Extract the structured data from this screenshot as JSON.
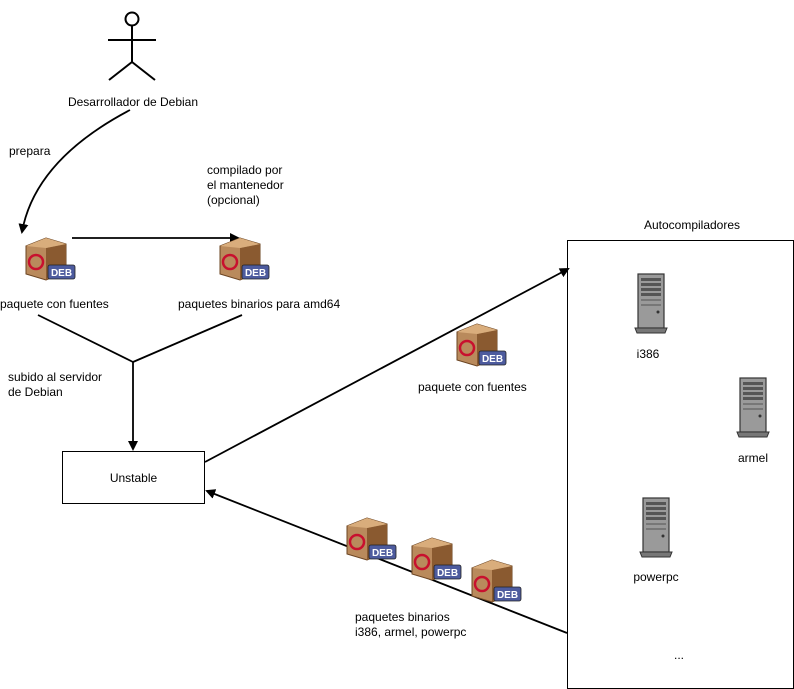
{
  "actor": {
    "label": "Desarrollador de Debian"
  },
  "edges": {
    "prepare": "prepara",
    "compiled_by_maintainer": "compilado por\nel mantenedor\n(opcional)",
    "uploaded": "subido al servidor\nde Debian"
  },
  "packages": {
    "source": {
      "label": "paquete con fuentes",
      "badge": "DEB"
    },
    "binary_amd64": {
      "label": "paquetes binarios para amd64",
      "badge": "DEB"
    },
    "source_to_autobuilders": {
      "label": "paquete con fuentes",
      "badge": "DEB"
    },
    "binaries_from_autobuilders": {
      "label": "paquetes binarios\ni386, armel, powerpc",
      "badge": "DEB"
    }
  },
  "archive": {
    "label": "Unstable"
  },
  "autobuilders": {
    "title": "Autocompiladores",
    "servers": [
      {
        "label": "i386"
      },
      {
        "label": "armel"
      },
      {
        "label": "powerpc"
      }
    ],
    "more": "..."
  },
  "colors": {
    "package_body": "#b98a5c",
    "package_shade": "#8a5a30",
    "debian_swirl": "#c8102e",
    "badge_bg": "#4d5b9e",
    "server_body": "#9a9a9a"
  }
}
